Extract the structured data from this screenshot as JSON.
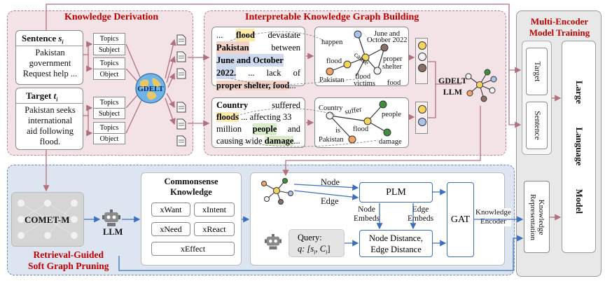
{
  "knowledge_derivation": {
    "title": "Knowledge Derivation",
    "sentence_label": "Sentence",
    "sentence_symbol": "s",
    "sentence_sub": "i",
    "sentence_text": [
      "Pakistan",
      "government",
      "Request help ..."
    ],
    "target_label": "Target",
    "target_symbol": "t",
    "target_sub": "i",
    "target_text": [
      "Pakistan seeks",
      "international",
      "aid following",
      "flood."
    ],
    "fields_top": [
      "Topics",
      "Subject",
      "Topics",
      "Object"
    ],
    "fields_bottom": [
      "Topics",
      "Subject",
      "Topics",
      "Object"
    ],
    "globe_label": "GDELT"
  },
  "graph_building": {
    "title": "Interpretable Knowledge Graph Building",
    "text1": {
      "w1": "...",
      "flood": "flood",
      "w2": "devastate",
      "pakistan": "Pakistan",
      "w3": "between",
      "dates1": "June and October",
      "dates2": "2022.",
      "w4": "...",
      "w5": "lack",
      "w6": "of",
      "shelter": "proper shelter, food",
      "w7": "..."
    },
    "graph1": {
      "happen": "happen",
      "june": "June and",
      "october": "October 2022",
      "cause": "cause",
      "flood": "flood",
      "proper": "proper",
      "shelter": "shelter",
      "pakistan": "Pakistan",
      "victims1": "flood",
      "victims2": "victims",
      "food": "food"
    },
    "text2": {
      "country": "Country",
      "suffered": "suffered",
      "floods": "floods",
      "w1": "... affecting 33",
      "million": "million",
      "people": "people",
      "and": "and",
      "causing": "causing wide",
      "damage": "damage",
      "w2": "..."
    },
    "graph2": {
      "country": "Country",
      "suffer": "suffer",
      "people": "people",
      "flood": "flood",
      "is": "is",
      "pakistan": "Pakistan",
      "damage": "damage"
    },
    "gdelt_llm_1": "GDELT",
    "gdelt_llm_2": "LLM"
  },
  "multi_encoder": {
    "title1": "Multi-Encoder",
    "title2": "Model Training",
    "target": "Target",
    "sentence": "Sentence",
    "knowledge_rep1": "Knowledge",
    "knowledge_rep2": "Representation",
    "llm1": "Large",
    "llm2": "Language",
    "llm3": "Model"
  },
  "pruning": {
    "title1": "Retrieval-Guided",
    "title2": "Soft Graph Pruning",
    "comet": "COMET-M",
    "llm": "LLM",
    "commonsense1": "Commonsense",
    "commonsense2": "Knowledge",
    "relations": [
      "xWant",
      "xIntent",
      "xNeed",
      "xReact"
    ],
    "xeffect": "xEffect",
    "node": "Node",
    "edge": "Edge",
    "plm": "PLM",
    "node_embeds1": "Node",
    "node_embeds2": "Embeds",
    "edge_embeds1": "Edge",
    "edge_embeds2": "Embeds",
    "gat": "GAT",
    "query_label": "Query:",
    "query_formula": "q: [s",
    "query_sub1": "i",
    "query_mid": ", C",
    "query_sub2": "i",
    "query_end": "]",
    "distance1": "Node Distance,",
    "distance2": "Edge Distance",
    "knowledge_encoder1": "Knowledge",
    "knowledge_encoder2": "Encoder"
  },
  "colors": {
    "pink_panel": "#f3e3e6",
    "blue_panel": "#dde5f1",
    "title_red": "#c00000",
    "arrow_pink": "#b0707c",
    "arrow_blue": "#3d6fc0"
  }
}
